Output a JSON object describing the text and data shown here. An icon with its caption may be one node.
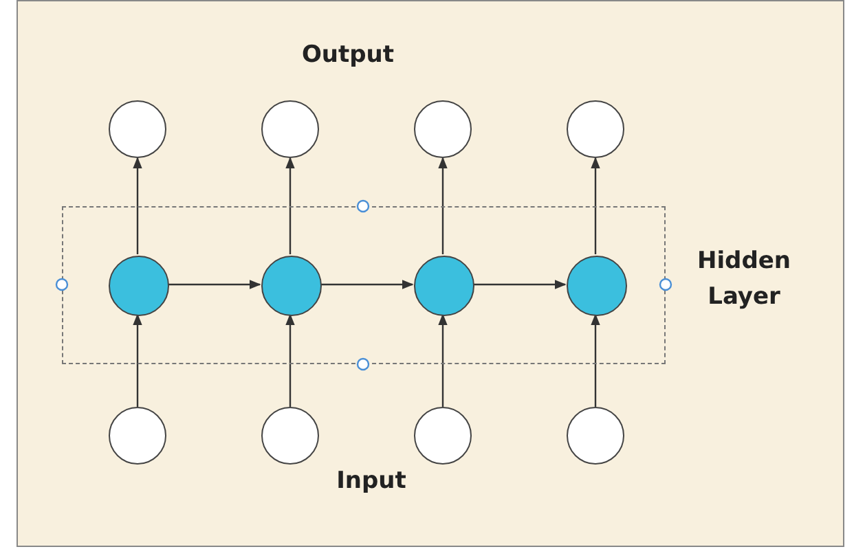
{
  "diagram": {
    "nodes": [
      {
        "text": [],
        "shape": "circle"
      },
      {
        "text": [],
        "shape": "circle"
      },
      {
        "text": [],
        "shape": "circle"
      },
      {
        "text": [],
        "shape": "circle"
      },
      {
        "text": [
          "Hidden Layer"
        ]
      },
      {
        "text": [],
        "shape": "circle",
        "in": 4
      },
      {
        "text": [],
        "shape": "circle",
        "in": 4
      },
      {
        "text": [],
        "shape": "circle",
        "in": 4
      },
      {
        "text": [],
        "shape": "circle",
        "in": 4
      },
      {
        "text": [],
        "shape": "circle"
      },
      {
        "text": [],
        "shape": "circle"
      },
      {
        "text": [],
        "shape": "circle"
      },
      {
        "text": [],
        "shape": "circle"
      }
    ],
    "edges": [
      {
        "from": 9,
        "to": 5,
        "arrow": "to"
      },
      {
        "from": 10,
        "to": 6,
        "arrow": "to"
      },
      {
        "from": 11,
        "to": 7,
        "arrow": "to"
      },
      {
        "from": 12,
        "to": 8,
        "arrow": "to"
      },
      {
        "from": 5,
        "to": 0,
        "arrow": "to"
      },
      {
        "from": 6,
        "to": 1,
        "arrow": "to"
      },
      {
        "from": 7,
        "to": 2,
        "arrow": "to"
      },
      {
        "from": 8,
        "to": 3,
        "arrow": "to"
      },
      {
        "from": 5,
        "to": 6,
        "arrow": "to"
      },
      {
        "from": 6,
        "to": 7,
        "arrow": "to"
      },
      {
        "from": 7,
        "to": 8,
        "arrow": "to"
      }
    ],
    "labels": [
      "Output",
      "Input"
    ]
  }
}
